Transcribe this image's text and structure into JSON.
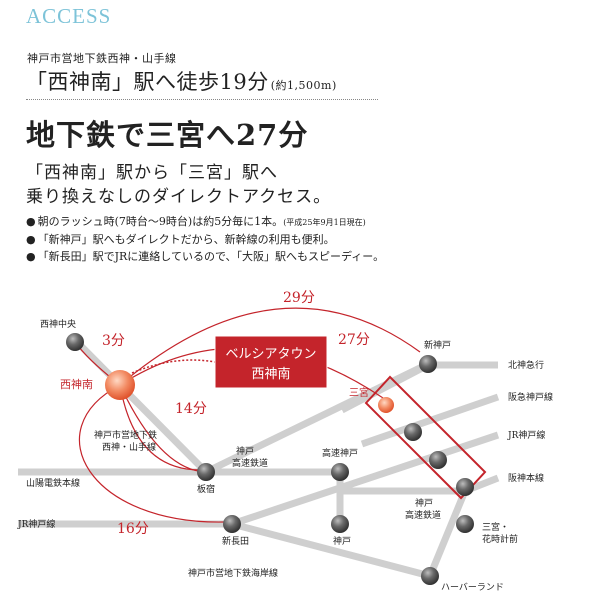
{
  "heading": "ACCESS",
  "line1": "神戸市営地下鉄西神・山手線",
  "line2_main": "「西神南」駅へ徒歩19分",
  "line2_small": "(約1,500m)",
  "headline": "地下鉄で三宮へ27分",
  "sub1": "「西神南」駅から「三宮」駅へ",
  "sub2": "乗り換えなしのダイレクトアクセス。",
  "bullet_mark": "●",
  "bullets": {
    "b1_main": "朝のラッシュ時(7時台〜9時台)は約5分毎に1本。",
    "b1_note": "(平成25年9月1日現在)",
    "b2": "「新神戸」駅へもダイレクトだから、新幹線の利用も便利。",
    "b3": "「新長田」駅でJRに連絡しているので、「大阪」駅へもスピーディー。"
  },
  "map": {
    "callout_line1": "ベルシアタウン",
    "callout_line2": "西神南",
    "times": {
      "t29": "29分",
      "t27": "27分",
      "t3": "3分",
      "t14": "14分",
      "t16": "16分"
    },
    "stations": {
      "seishin_chuo": "西神中央",
      "seishin_minami": "西神南",
      "chikatetsu_a": "神戸市営地下鉄",
      "chikatetsu_b": "西神・山手線",
      "itayado": "板宿",
      "shin_nagata": "新長田",
      "kobe_kosoku_a": "神戸",
      "kobe_kosoku_b": "高速鉄道",
      "kosoku_kobe": "高速神戸",
      "kobe": "神戸",
      "kobe_kosoku2_a": "神戸",
      "kobe_kosoku2_b": "高速鉄道",
      "sannomiya": "三宮",
      "shin_kobe": "新神戸",
      "sannomiya_hanadokei_a": "三宮・",
      "sannomiya_hanadokei_b": "花時計前",
      "harborland": "ハーバーランド",
      "kaigan_line": "神戸市営地下鉄海岸線"
    },
    "lines": {
      "hokushin": "北神急行",
      "hankyu": "阪急神戸線",
      "jr_right": "JR神戸線",
      "hanshin": "阪神本線",
      "sanyo": "山陽電鉄本線",
      "jr_left": "JR神戸線"
    },
    "colors": {
      "accent": "#c4242b",
      "track": "#cfcfcf",
      "station": "#5a5a5a"
    }
  }
}
